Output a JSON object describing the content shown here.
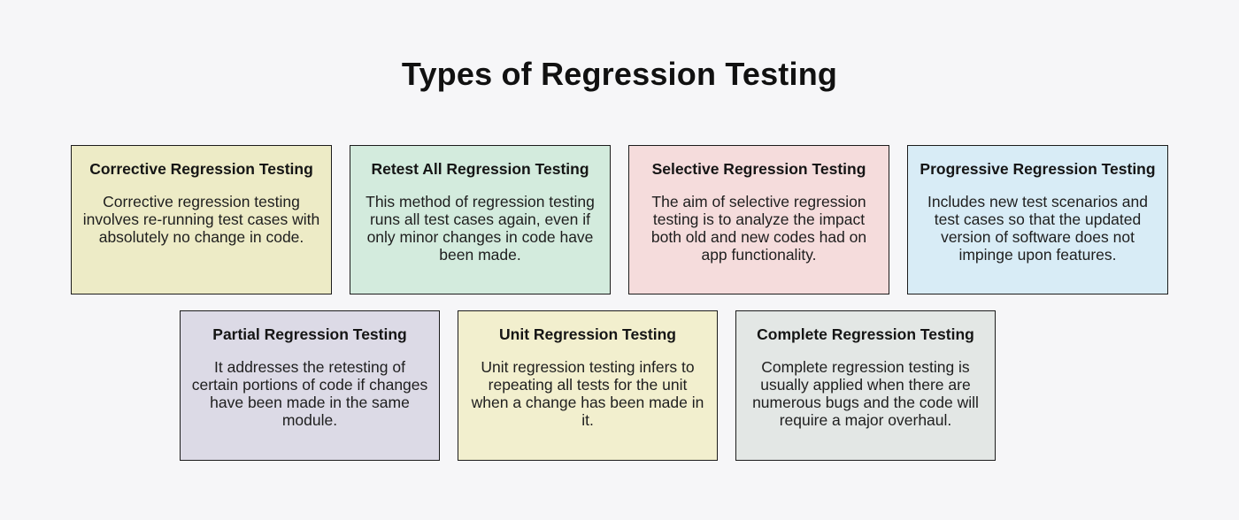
{
  "page": {
    "title": "Types of Regression Testing",
    "background_color": "#f6f6f8",
    "card_border_color": "#1c1c1c",
    "text_color": "#1b1b1b"
  },
  "cards": [
    {
      "title": "Corrective Regression Testing",
      "body": "Corrective regression testing involves re-running test cases with absolutely no change in code.",
      "bg": "#edebc6",
      "row": 1
    },
    {
      "title": "Retest All Regression Testing",
      "body": "This method of regression testing runs all test cases again, even if only minor changes in code have been made.",
      "bg": "#d3ebdd",
      "row": 1
    },
    {
      "title": "Selective Regression Testing",
      "body": "The aim of selective regression testing is to analyze the impact both old and new codes had on app functionality.",
      "bg": "#f5dcdc",
      "row": 1
    },
    {
      "title": "Progressive Regression Testing",
      "body": "Includes new test scenarios and test cases so that the updated version of software does not impinge upon features.",
      "bg": "#d8ecf6",
      "row": 1
    },
    {
      "title": "Partial Regression Testing",
      "body": "It addresses the retesting of certain portions of code if changes have been made in the same module.",
      "bg": "#dcdae6",
      "row": 2
    },
    {
      "title": "Unit Regression Testing",
      "body": "Unit regression testing infers to repeating all tests for the unit when a change has been made in it.",
      "bg": "#f2efce",
      "row": 2
    },
    {
      "title": "Complete Regression Testing",
      "body": "Complete regression testing is usually applied when there are numerous bugs and the code will require a major overhaul.",
      "bg": "#e3e7e5",
      "row": 2
    }
  ]
}
